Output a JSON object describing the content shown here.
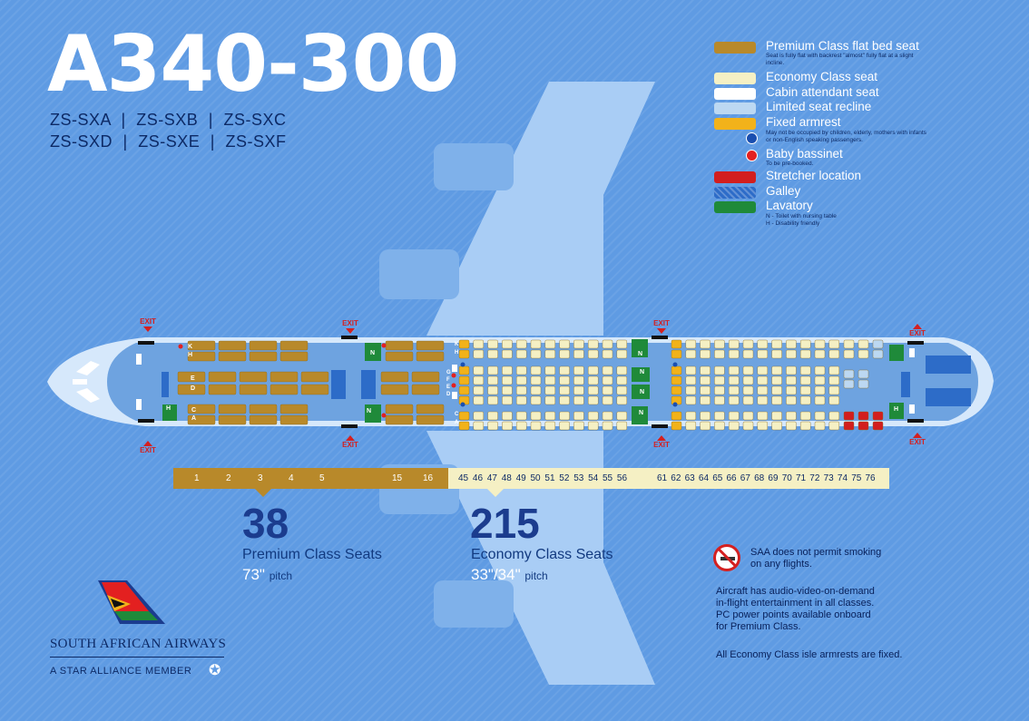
{
  "title": "A340-300",
  "registrations": {
    "row1": [
      "ZS-SXA",
      "ZS-SXB",
      "ZS-SXC"
    ],
    "row2": [
      "ZS-SXD",
      "ZS-SXE",
      "ZS-SXF"
    ],
    "separator": "|"
  },
  "legend": {
    "premium": {
      "label": "Premium Class flat bed seat",
      "note": "Seat is fully flat with backrest \"almost\" fully flat at a slight incline.",
      "color": "#b8892a"
    },
    "economy": {
      "label": "Economy Class seat",
      "color": "#f5f0c4"
    },
    "attendant": {
      "label": "Cabin attendant seat",
      "color": "#ffffff"
    },
    "limited": {
      "label": "Limited seat recline",
      "color": "#bcd8f2"
    },
    "fixed": {
      "label": "Fixed armrest",
      "note": "May not be occupied by children, elderly, mothers with infants or non-English speaking passengers.",
      "color": "#f2b21a"
    },
    "bassinet": {
      "label": "Baby bassinet",
      "note": "To be pre-booked.",
      "color": "#e32020"
    },
    "stretcher": {
      "label": "Stretcher location",
      "color": "#d21e1e"
    },
    "galley": {
      "label": "Galley",
      "color": "#2d6cc8"
    },
    "lavatory": {
      "label": "Lavatory",
      "note1": "N - Toilet with nursing table",
      "note2": "H - Disability friendly",
      "color": "#1f8a3a"
    },
    "emergency_dot_color": "#1a4fb0"
  },
  "exits": [
    "EXIT",
    "EXIT",
    "EXIT",
    "EXIT",
    "EXIT",
    "EXIT",
    "EXIT",
    "EXIT"
  ],
  "seat_letters": {
    "premium_top": [
      "K",
      "H"
    ],
    "premium_mid": [
      "E",
      "D"
    ],
    "premium_bot": [
      "C",
      "A"
    ],
    "economy_top": [
      "K",
      "H"
    ],
    "economy_mid": [
      "G",
      "F",
      "E",
      "D"
    ],
    "economy_bot": [
      "C",
      "A"
    ]
  },
  "lav_labels": {
    "h": "H",
    "n": "N"
  },
  "rows": {
    "premium": [
      "1",
      "2",
      "3",
      "4",
      "5",
      "15",
      "16"
    ],
    "economy": [
      "45",
      "46",
      "47",
      "48",
      "49",
      "50",
      "51",
      "52",
      "53",
      "54",
      "55",
      "56",
      "61",
      "62",
      "63",
      "64",
      "65",
      "66",
      "67",
      "68",
      "69",
      "70",
      "71",
      "72",
      "73",
      "74",
      "75",
      "76"
    ]
  },
  "summary": {
    "premium_count": "38",
    "premium_label": "Premium Class Seats",
    "premium_pitch": "73\"",
    "pitch_word": "pitch",
    "economy_count": "215",
    "economy_label": "Economy Class Seats",
    "economy_pitch": "33\"/34\"",
    "economy_pitch_word": "pitch"
  },
  "notes": {
    "no_smoking_1": "SAA does not permit smoking",
    "no_smoking_2": "on any flights.",
    "avod_1": "Aircraft has audio-video-on-demand",
    "avod_2": "in-flight entertainment in all classes.",
    "avod_3": "PC power points available onboard",
    "avod_4": "for Premium Class.",
    "armrests": "All Economy Class isle armrests are fixed."
  },
  "brand": {
    "name": "SOUTH AFRICAN AIRWAYS",
    "alliance": "A STAR ALLIANCE MEMBER"
  }
}
